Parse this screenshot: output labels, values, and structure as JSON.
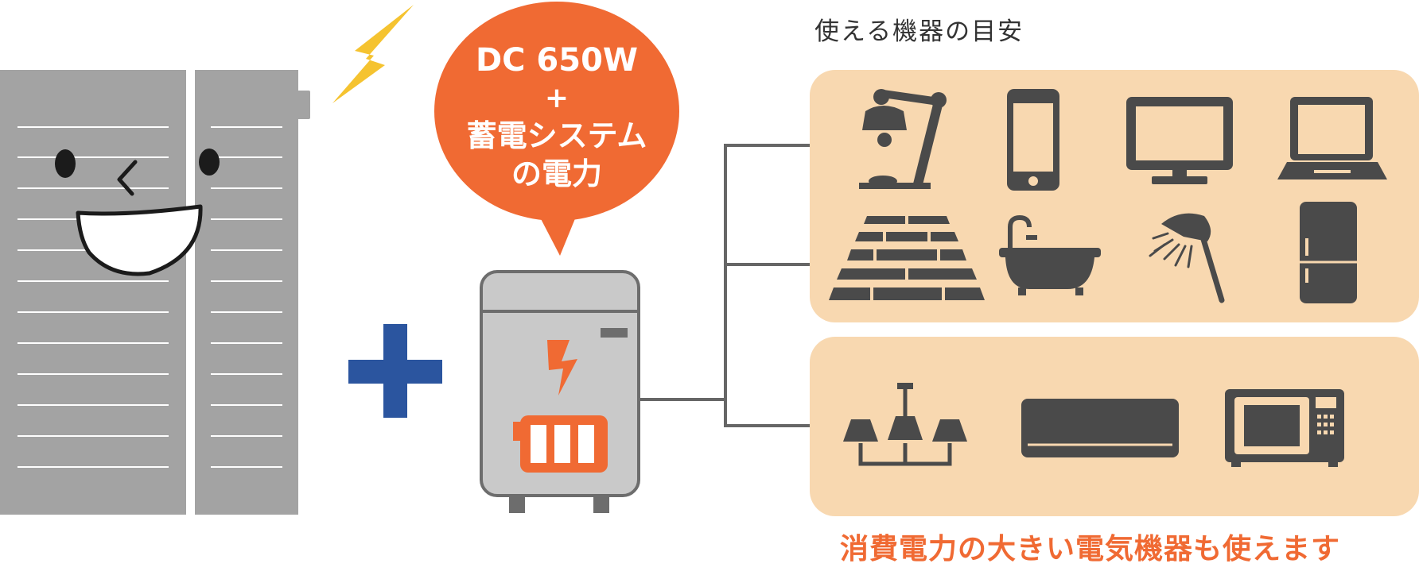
{
  "bubble": {
    "line1": "DC 650W",
    "line2": "+",
    "line3": "蓄電システム",
    "line4": "の電力"
  },
  "devices_title": "使える機器の目安",
  "footer_caption": "消費電力の大きい電気機器も使えます",
  "colors": {
    "panel_gray": "#a3a3a3",
    "accent_orange": "#f06a33",
    "plus_blue": "#2b559f",
    "bolt_yellow": "#f5c330",
    "device_bg": "#f8d8b0",
    "icon_dark": "#4a4a4a",
    "unit_gray": "#c9c9c9",
    "unit_border": "#6d6d6d",
    "line_gray": "#666666"
  },
  "devices_row1": [
    "desk-lamp-icon",
    "smartphone-icon",
    "monitor-icon",
    "laptop-icon"
  ],
  "devices_row2": [
    "floor-heating-icon",
    "bathtub-icon",
    "shower-icon",
    "refrigerator-icon"
  ],
  "devices_large": [
    "chandelier-icon",
    "air-conditioner-icon",
    "microwave-icon"
  ]
}
